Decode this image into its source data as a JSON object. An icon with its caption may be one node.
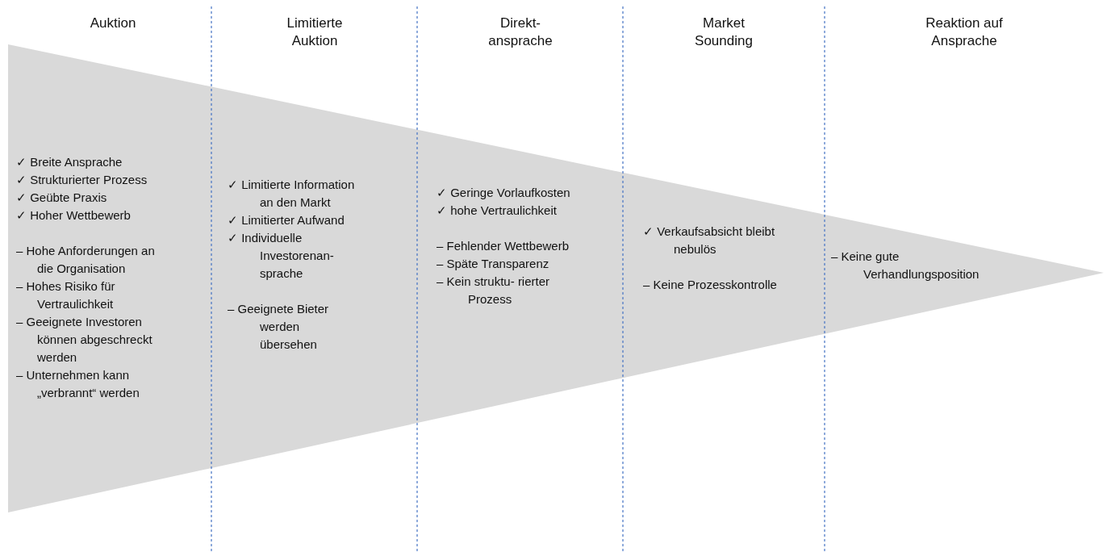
{
  "diagram": {
    "labels": [
      "Auktion",
      "Limitierte Auktion",
      "Direkt- ansprache",
      "Market Sounding",
      "Reaktion auf Ansprache",
      "✓ Breite Ansprache",
      "✓ Strukturierter Prozess",
      "✓ Geübte Praxis",
      "✓ Hoher Wettbewerb",
      "– Hohe Anforderungen an die Organisation",
      "– Hohes Risiko für Vertraulichkeit",
      "– Geeignete Investoren können abgeschreckt werden",
      "– Unternehmen kann „verbrannt“ werden",
      "✓ Limitierte Information an den Markt",
      "✓ Limitierter Aufwand",
      "✓ Individuelle Investorenan- sprache",
      "– Geeignete Bieter werden übersehen",
      "✓ Geringe Vorlaufkosten",
      "✓ hohe Vertraulichkeit",
      "– Fehlender Wettbewerb",
      "– Späte Transparenz",
      "– Kein struktu- rierter Prozess",
      "✓ Verkaufsabsicht bleibt nebulös",
      "– Keine Prozesskontrolle",
      "– Keine gute Verhandlungsposition"
    ]
  }
}
